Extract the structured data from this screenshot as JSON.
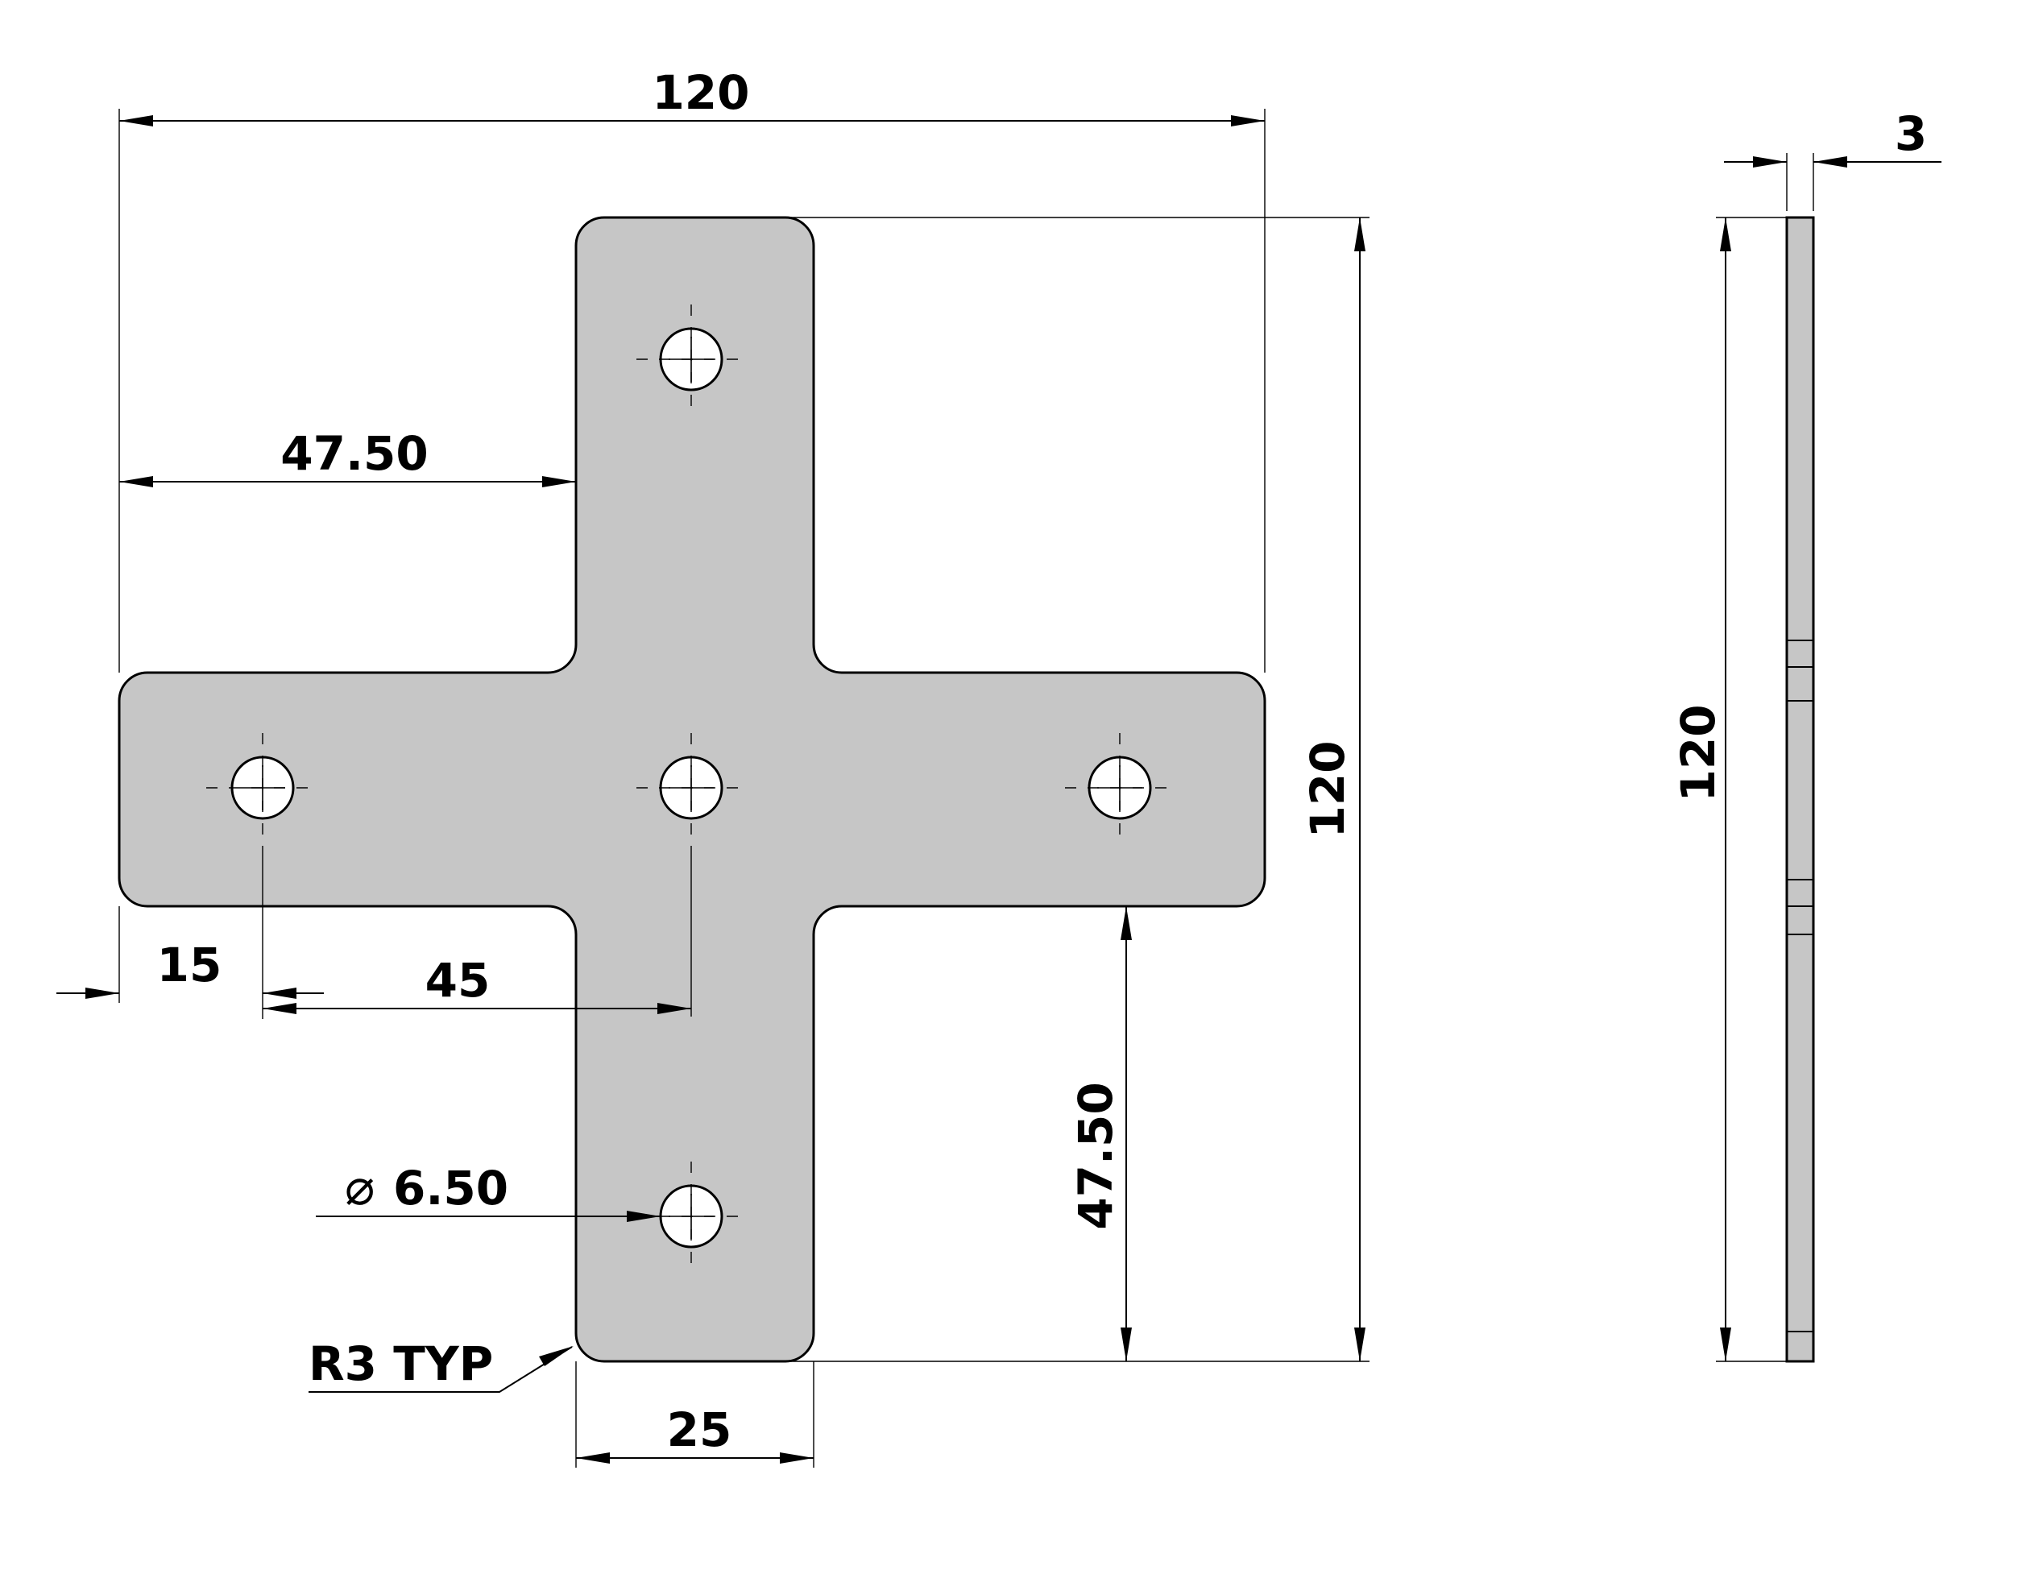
{
  "dimensions": {
    "overall_width": "120",
    "overall_height": "120",
    "side_height": "120",
    "thickness": "3",
    "arm_offset_left": "47.50",
    "arm_offset_bottom": "47.50",
    "hole_edge_offset": "15",
    "hole_spacing": "45",
    "hole_diameter": "6.50",
    "arm_width": "25",
    "corner_radius": "R3 TYP"
  },
  "symbols": {
    "diameter": "⌀"
  },
  "colors": {
    "part_fill": "#c6c6c6",
    "line": "#000000",
    "background": "#ffffff"
  }
}
